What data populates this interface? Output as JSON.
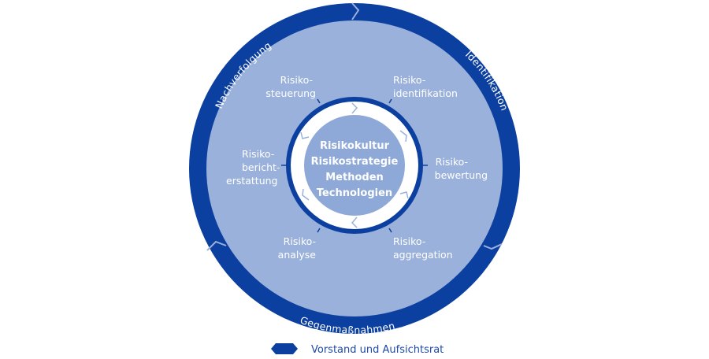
{
  "colors": {
    "dark": "#0b3fa0",
    "light": "#9ab1db",
    "center": "#8ea9d7",
    "white": "#ffffff"
  },
  "outer_ring": [
    "Identifikation",
    "Gegenmaßnahmen",
    "Nachverfolgung"
  ],
  "process_steps": [
    {
      "line1": "Risiko-",
      "line2": "identifikation"
    },
    {
      "line1": "Risiko-",
      "line2": "bewertung"
    },
    {
      "line1": "Risiko-",
      "line2": "aggregation"
    },
    {
      "line1": "Risiko-",
      "line2": "analyse"
    },
    {
      "line1": "Risiko-",
      "line2": "bericht-",
      "line3": "erstattung"
    },
    {
      "line1": "Risiko-",
      "line2": "steuerung"
    }
  ],
  "center": [
    "Risikokultur",
    "Risikostrategie",
    "Methoden",
    "Technologien"
  ],
  "legend": {
    "label": "Vorstand und Aufsichtsrat"
  }
}
